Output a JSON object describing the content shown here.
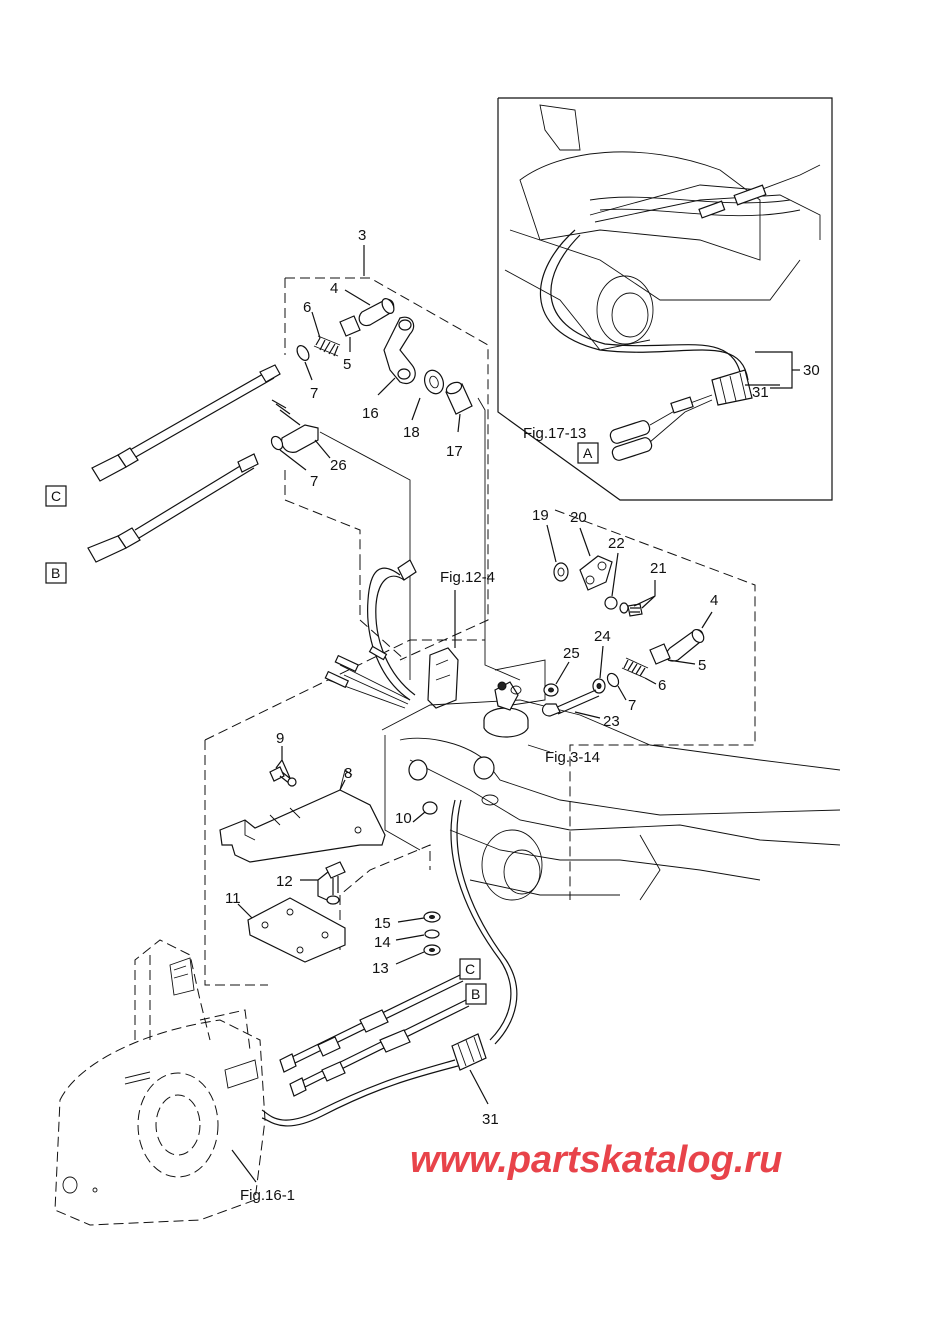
{
  "callouts": {
    "p3": "3",
    "p4a": "4",
    "p4b": "4",
    "p5a": "5",
    "p5b": "5",
    "p6a": "6",
    "p6b": "6",
    "p7a": "7",
    "p7b": "7",
    "p7c": "7",
    "p8": "8",
    "p9": "9",
    "p10": "10",
    "p11": "11",
    "p12": "12",
    "p13": "13",
    "p14": "14",
    "p15": "15",
    "p16": "16",
    "p17": "17",
    "p18": "18",
    "p19": "19",
    "p20": "20",
    "p21": "21",
    "p22": "22",
    "p23": "23",
    "p24": "24",
    "p25": "25",
    "p26": "26",
    "p30": "30",
    "p31a": "31",
    "p31b": "31"
  },
  "refs": {
    "fig17_13": "Fig.17-13",
    "fig12_4": "Fig.12-4",
    "fig3_14": "Fig.3-14",
    "fig16_1": "Fig.16-1"
  },
  "boxes": {
    "a": "A",
    "b1": "B",
    "b2": "B",
    "c1": "C",
    "c2": "C"
  },
  "watermark": "www.partskatalog.ru"
}
